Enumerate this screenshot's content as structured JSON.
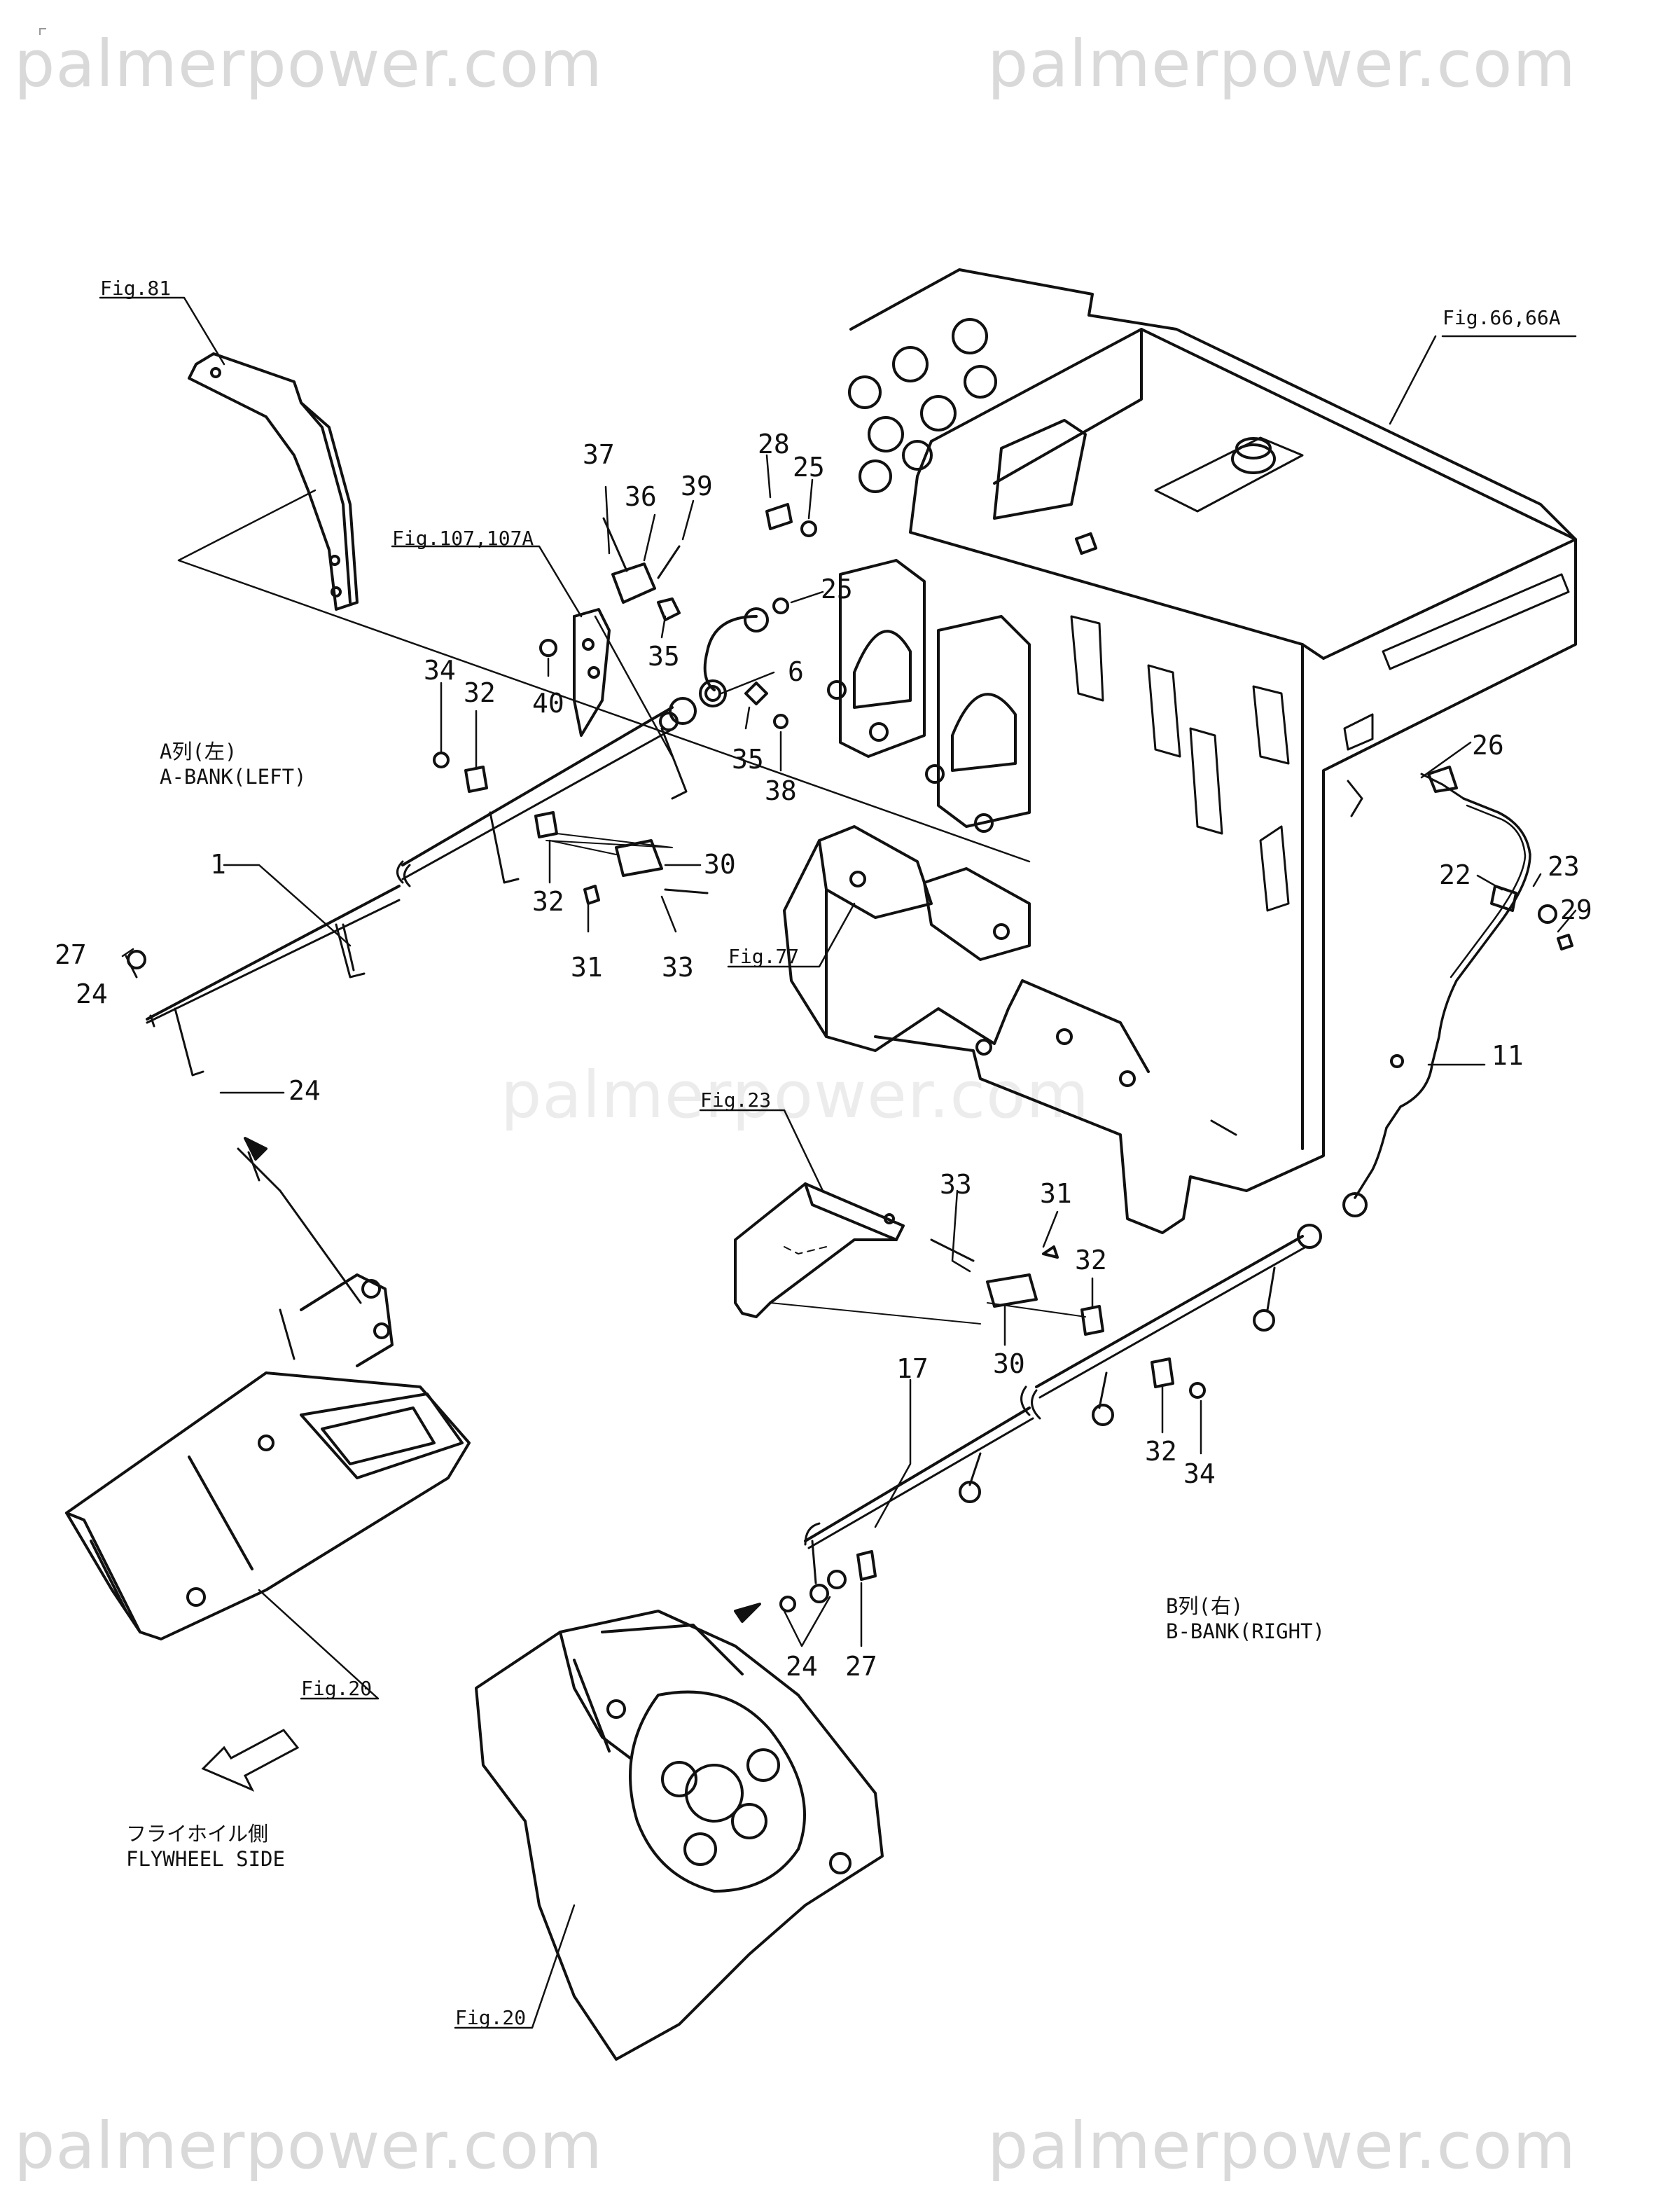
{
  "watermark": {
    "top_left": "palmerpower.com",
    "top_right": "palmerpower.com",
    "middle": "palmerpower.com",
    "bottom_left": "palmerpower.com",
    "bottom_right": "palmerpower.com"
  },
  "figure_refs": {
    "fig81": "Fig.81",
    "fig66": "Fig.66,66A",
    "fig107": "Fig.107,107A",
    "fig77": "Fig.77",
    "fig23": "Fig.23",
    "fig20_left": "Fig.20",
    "fig20_bottom": "Fig.20"
  },
  "bank_labels": {
    "a_jp": "A列(左)",
    "a_en": "A-BANK(LEFT)",
    "b_jp": "B列(右)",
    "b_en": "B-BANK(RIGHT)"
  },
  "direction": {
    "jp": "フライホイル側",
    "en": "FLYWHEEL SIDE"
  },
  "callouts": {
    "p1": "1",
    "p6": "6",
    "p11": "11",
    "p17": "17",
    "p22": "22",
    "p23": "23",
    "p24_a": "24",
    "p24_b": "24",
    "p24_c": "24",
    "p25_a": "25",
    "p25_b": "25",
    "p26": "26",
    "p27_a": "27",
    "p27_b": "27",
    "p28": "28",
    "p29": "29",
    "p30_a": "30",
    "p30_b": "30",
    "p31_a": "31",
    "p31_b": "31",
    "p32_a": "32",
    "p32_b": "32",
    "p32_c": "32",
    "p32_d": "32",
    "p33_a": "33",
    "p33_b": "33",
    "p34_a": "34",
    "p34_b": "34",
    "p35_a": "35",
    "p35_b": "35",
    "p36": "36",
    "p37": "37",
    "p38": "38",
    "p39": "39",
    "p40": "40"
  }
}
